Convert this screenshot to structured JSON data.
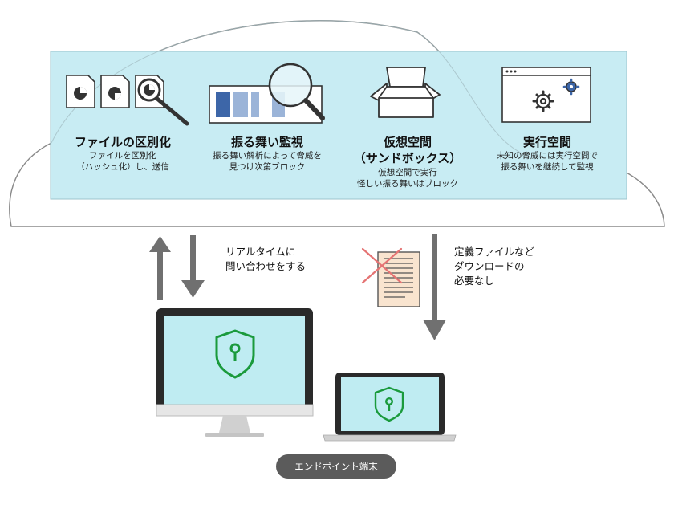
{
  "features": [
    {
      "title_lines": [
        "ファイルの区別化"
      ],
      "desc_lines": [
        "ファイルを区別化",
        "（ハッシュ化）し、送信"
      ]
    },
    {
      "title_lines": [
        "振る舞い監視"
      ],
      "desc_lines": [
        "振る舞い解析によって脅威を",
        "見つけ次第ブロック"
      ]
    },
    {
      "title_lines": [
        "仮想空間",
        "（サンドボックス）"
      ],
      "desc_lines": [
        "仮想空間で実行",
        "怪しい振る舞いはブロック"
      ]
    },
    {
      "title_lines": [
        "実行空間"
      ],
      "desc_lines": [
        "未知の脅威には実行空間で",
        "振る舞いを継続して監視"
      ]
    }
  ],
  "notes": {
    "realtime_lines": [
      "リアルタイムに",
      "問い合わせをする"
    ],
    "nodef_lines": [
      "定義ファイルなど",
      "ダウンロードの",
      "必要なし"
    ]
  },
  "endpoint_label": "エンドポイント端末",
  "colors": {
    "panel_fill": "#c8ecf3",
    "cloud_stroke": "#8a8a8a",
    "arrow": "#707070",
    "shield": "#1a9a3c",
    "screen": "#bfecf2",
    "doc_fill": "#f9e4cf",
    "cross": "#e57373"
  }
}
